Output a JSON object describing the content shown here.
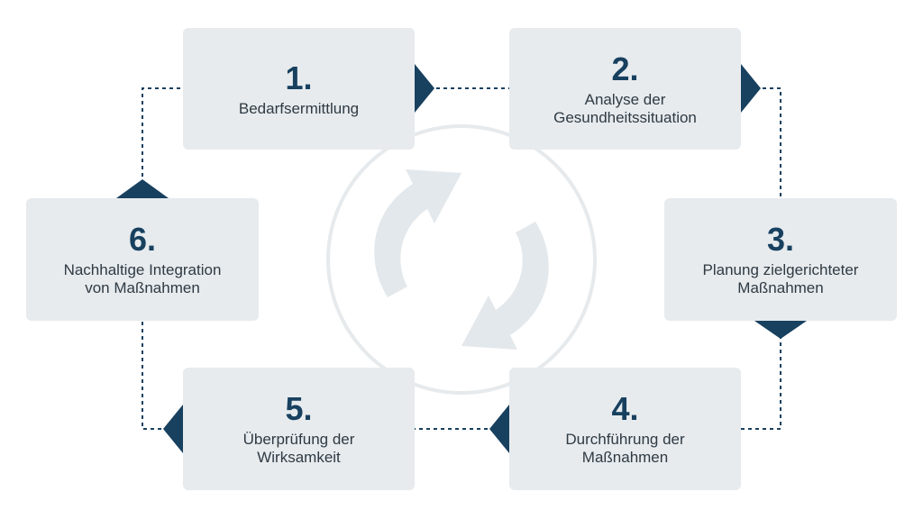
{
  "colors": {
    "box_fill": "#e7ebee",
    "accent": "#18405f",
    "text": "#2f3a43",
    "connector": "#18405f",
    "center_ring": "#e6eaed",
    "center_arrows": "#e3e8ec"
  },
  "center_icon": "cycle-arrows-icon",
  "steps": [
    {
      "number": "1.",
      "lines": [
        "Bedarfsermittlung"
      ]
    },
    {
      "number": "2.",
      "lines": [
        "Analyse der",
        "Gesundheitssituation"
      ]
    },
    {
      "number": "3.",
      "lines": [
        "Planung zielgerichteter",
        "Maßnahmen"
      ]
    },
    {
      "number": "4.",
      "lines": [
        "Durchführung der",
        "Maßnahmen"
      ]
    },
    {
      "number": "5.",
      "lines": [
        "Überprüfung der",
        "Wirksamkeit"
      ]
    },
    {
      "number": "6.",
      "lines": [
        "Nachhaltige Integration",
        "von Maßnahmen"
      ]
    }
  ]
}
